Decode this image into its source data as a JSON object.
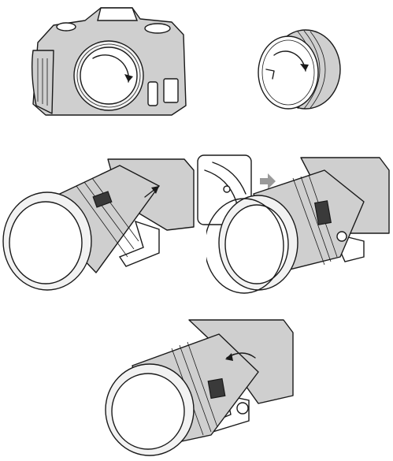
{
  "steps": [
    {
      "id": "remove-caps",
      "icons": [
        "rotate-arrow-icon",
        "rotate-arrow-icon"
      ]
    },
    {
      "id": "align-and-mount",
      "icons": [
        "insert-arrow-icon",
        "next-step-arrow-icon"
      ]
    },
    {
      "id": "rotate-to-lock",
      "icons": [
        "rotate-arrow-icon"
      ]
    }
  ],
  "colors": {
    "line": "#1a1a1a",
    "body": "#cfcfcf",
    "dark": "#3a3a3a",
    "background": "#ffffff"
  }
}
